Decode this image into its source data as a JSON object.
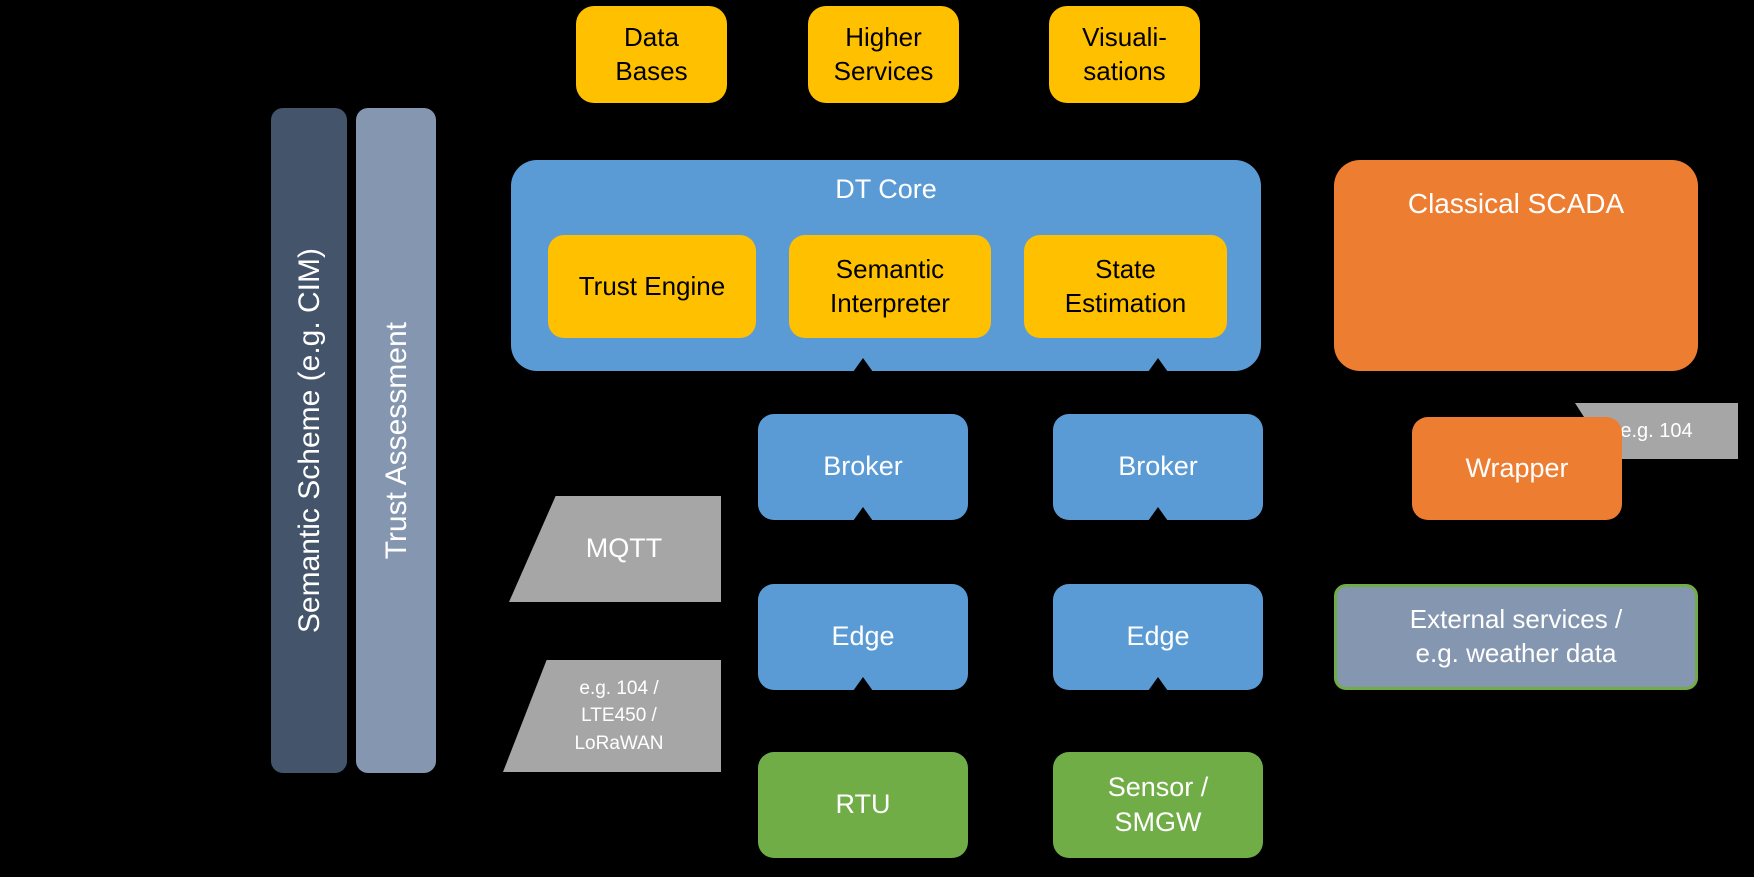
{
  "colors": {
    "background": "#000000",
    "gold": "#FFC000",
    "blue": "#5B9BD5",
    "orange": "#ED7D31",
    "green": "#70AD47",
    "gray": "#A6A6A6",
    "dark_slate": "#44546A",
    "blue_gray": "#8496B0",
    "connector": "#000000"
  },
  "vertical_bars": {
    "semantic_scheme": "Semantic Scheme (e.g. CIM)",
    "trust_assessment": "Trust Assessment"
  },
  "top_row": {
    "databases": "Data\nBases",
    "higher_services": "Higher\nServices",
    "visualisations": "Visuali-\nsations"
  },
  "dt_core": {
    "title": "DT Core",
    "trust_engine": "Trust Engine",
    "semantic_interpreter": "Semantic\nInterpreter",
    "state_estimation": "State\nEstimation"
  },
  "scada": "Classical SCADA",
  "field": {
    "broker_left": "Broker",
    "broker_right": "Broker",
    "edge_left": "Edge",
    "edge_right": "Edge",
    "rtu": "RTU",
    "sensor_smgw": "Sensor /\nSMGW"
  },
  "right_column": {
    "wrapper": "Wrapper",
    "tag_104": "e.g. 104",
    "external_services": "External services /\ne.g. weather data"
  },
  "protocol_labels": {
    "mqtt": "MQTT",
    "field_protocols": "e.g. 104 /\nLTE450 /\nLoRaWAN"
  }
}
